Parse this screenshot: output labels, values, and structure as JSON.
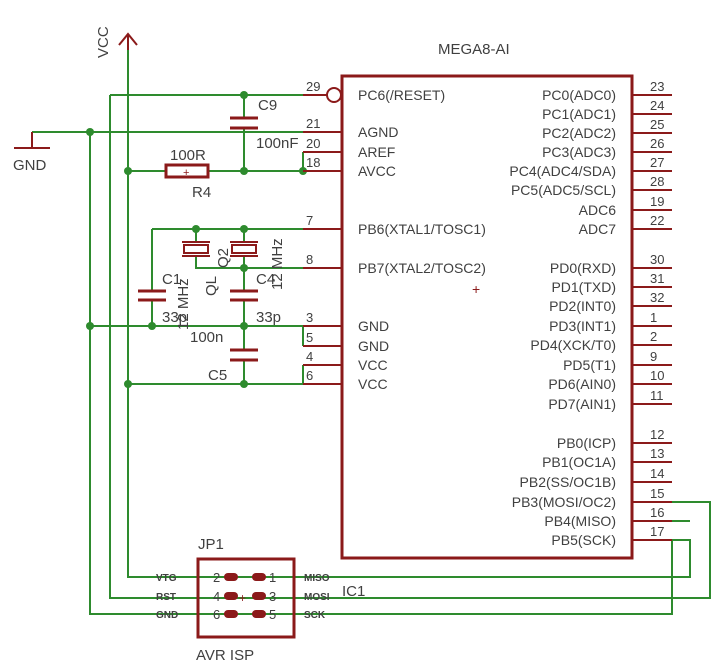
{
  "chip": {
    "name": "MEGA8-AI",
    "ref": "IC1",
    "left_pins": [
      {
        "num": "29",
        "name": "PC6(/RESET)"
      },
      {
        "num": "21",
        "name": "AGND"
      },
      {
        "num": "20",
        "name": "AREF"
      },
      {
        "num": "18",
        "name": "AVCC"
      },
      {
        "num": "7",
        "name": "PB6(XTAL1/TOSC1)"
      },
      {
        "num": "8",
        "name": "PB7(XTAL2/TOSC2)"
      },
      {
        "num": "3",
        "name": "GND"
      },
      {
        "num": "5",
        "name": "GND"
      },
      {
        "num": "4",
        "name": "VCC"
      },
      {
        "num": "6",
        "name": "VCC"
      }
    ],
    "right_pins": [
      {
        "num": "23",
        "name": "PC0(ADC0)"
      },
      {
        "num": "24",
        "name": "PC1(ADC1)"
      },
      {
        "num": "25",
        "name": "PC2(ADC2)"
      },
      {
        "num": "26",
        "name": "PC3(ADC3)"
      },
      {
        "num": "27",
        "name": "PC4(ADC4/SDA)"
      },
      {
        "num": "28",
        "name": "PC5(ADC5/SCL)"
      },
      {
        "num": "19",
        "name": "ADC6"
      },
      {
        "num": "22",
        "name": "ADC7"
      },
      {
        "num": "30",
        "name": "PD0(RXD)"
      },
      {
        "num": "31",
        "name": "PD1(TXD)"
      },
      {
        "num": "32",
        "name": "PD2(INT0)"
      },
      {
        "num": "1",
        "name": "PD3(INT1)"
      },
      {
        "num": "2",
        "name": "PD4(XCK/T0)"
      },
      {
        "num": "9",
        "name": "PD5(T1)"
      },
      {
        "num": "10",
        "name": "PD6(AIN0)"
      },
      {
        "num": "11",
        "name": "PD7(AIN1)"
      },
      {
        "num": "12",
        "name": "PB0(ICP)"
      },
      {
        "num": "13",
        "name": "PB1(OC1A)"
      },
      {
        "num": "14",
        "name": "PB2(SS/OC1B)"
      },
      {
        "num": "15",
        "name": "PB3(MOSI/OC2)"
      },
      {
        "num": "16",
        "name": "PB4(MISO)"
      },
      {
        "num": "17",
        "name": "PB5(SCK)"
      }
    ]
  },
  "supply": {
    "vcc": "VCC",
    "gnd": "GND"
  },
  "components": {
    "c9": {
      "ref": "C9",
      "value": "100nF"
    },
    "r4": {
      "ref": "R4",
      "value": "100R"
    },
    "q2": {
      "ref": "Q2",
      "value": "12 MHz"
    },
    "c4": {
      "ref": "C4",
      "value": "33p"
    },
    "c1": {
      "ref": "C1",
      "value": "33p"
    },
    "ql": {
      "ref": "QL",
      "value": "12 MHz"
    },
    "c5": {
      "ref": "C5",
      "value": "100n"
    }
  },
  "connector": {
    "ref": "JP1",
    "title": "AVR ISP",
    "left_signals": [
      "VTG",
      "RST",
      "GND"
    ],
    "right_signals": [
      "MISO",
      "MOSI",
      "SCK"
    ],
    "odd_pins": [
      "1",
      "3",
      "5"
    ],
    "even_pins": [
      "2",
      "4",
      "6"
    ]
  },
  "colors": {
    "wire": "#2e8b2e",
    "part": "#8b1a1a",
    "text": "#404040"
  }
}
